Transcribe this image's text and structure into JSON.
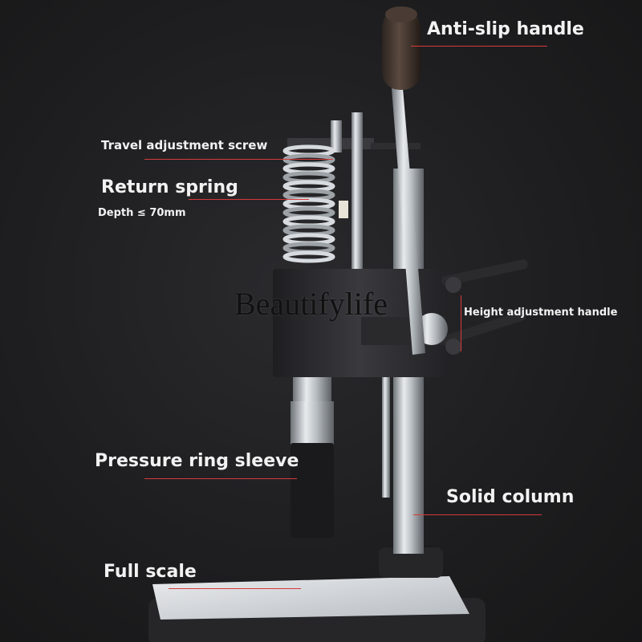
{
  "labels": {
    "anti_slip_handle": "Anti-slip handle",
    "travel_adjustment_screw": "Travel adjustment screw",
    "return_spring": "Return spring",
    "depth": "Depth ≤ 70mm",
    "height_adjustment_handle": "Height adjustment handle",
    "pressure_ring_sleeve": "Pressure ring sleeve",
    "solid_column": "Solid column",
    "full_scale": "Full scale"
  },
  "watermark": "Beautifylife",
  "colors": {
    "background": "#1c1c1e",
    "leader_line": "#d63a3a",
    "label_text": "#f2f2f2",
    "metal_dark": "#2b2b2e",
    "metal_steel": "#c9cdd2"
  }
}
